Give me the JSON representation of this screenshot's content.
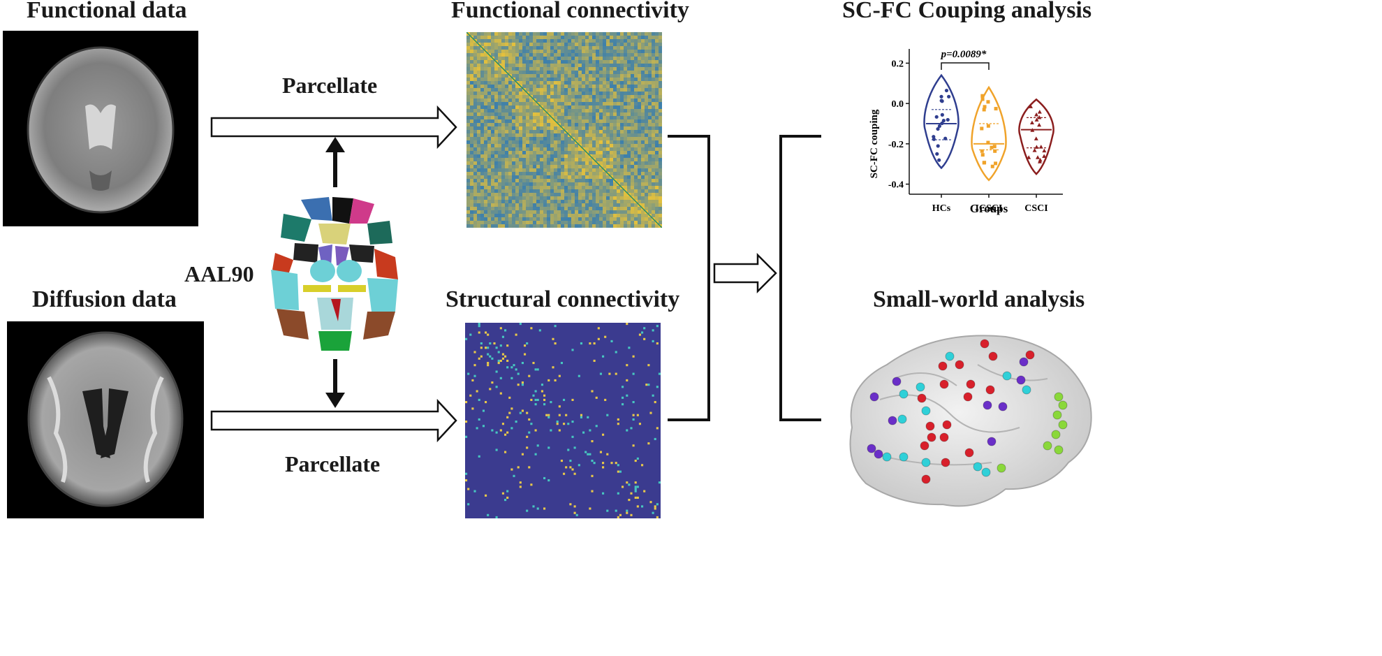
{
  "titles": {
    "functional_data": "Functional data",
    "diffusion_data": "Diffusion data",
    "functional_connectivity": "Functional connectivity",
    "structural_connectivity": "Structural connectivity",
    "coupling_analysis": "SC-FC Couping analysis",
    "small_world": "Small-world analysis"
  },
  "labels": {
    "parcellate_top": "Parcellate",
    "parcellate_bottom": "Parcellate",
    "atlas": "AAL90"
  },
  "colors": {
    "hcs": "#2f3e8f",
    "icsci": "#f0a32a",
    "csci": "#8b1e1e",
    "fc_low": "#2a78b8",
    "fc_high": "#e8c23a",
    "sc_background": "#3b3b8f",
    "node_red": "#d8202b",
    "node_cyan": "#2fd0d8",
    "node_purple": "#6a2fc8",
    "node_green": "#8ad83a"
  },
  "chart_data": {
    "type": "violin",
    "title": "",
    "xlabel": "Groups",
    "ylabel": "SC-FC couping",
    "categories": [
      "HCs",
      "ICSCI",
      "CSCI"
    ],
    "yticks": [
      "0.2",
      "0.0",
      "-0.2",
      "-0.4"
    ],
    "ylim": [
      -0.45,
      0.25
    ],
    "annotation": "p=0.0089*",
    "series": [
      {
        "name": "HCs",
        "median": -0.1,
        "q1": -0.18,
        "q3": -0.03,
        "min": -0.32,
        "max": 0.14
      },
      {
        "name": "ICSCI",
        "median": -0.2,
        "q1": -0.23,
        "q3": -0.1,
        "min": -0.38,
        "max": 0.08
      },
      {
        "name": "CSCI",
        "median": -0.13,
        "q1": -0.22,
        "q3": -0.07,
        "min": -0.35,
        "max": 0.02
      }
    ]
  }
}
